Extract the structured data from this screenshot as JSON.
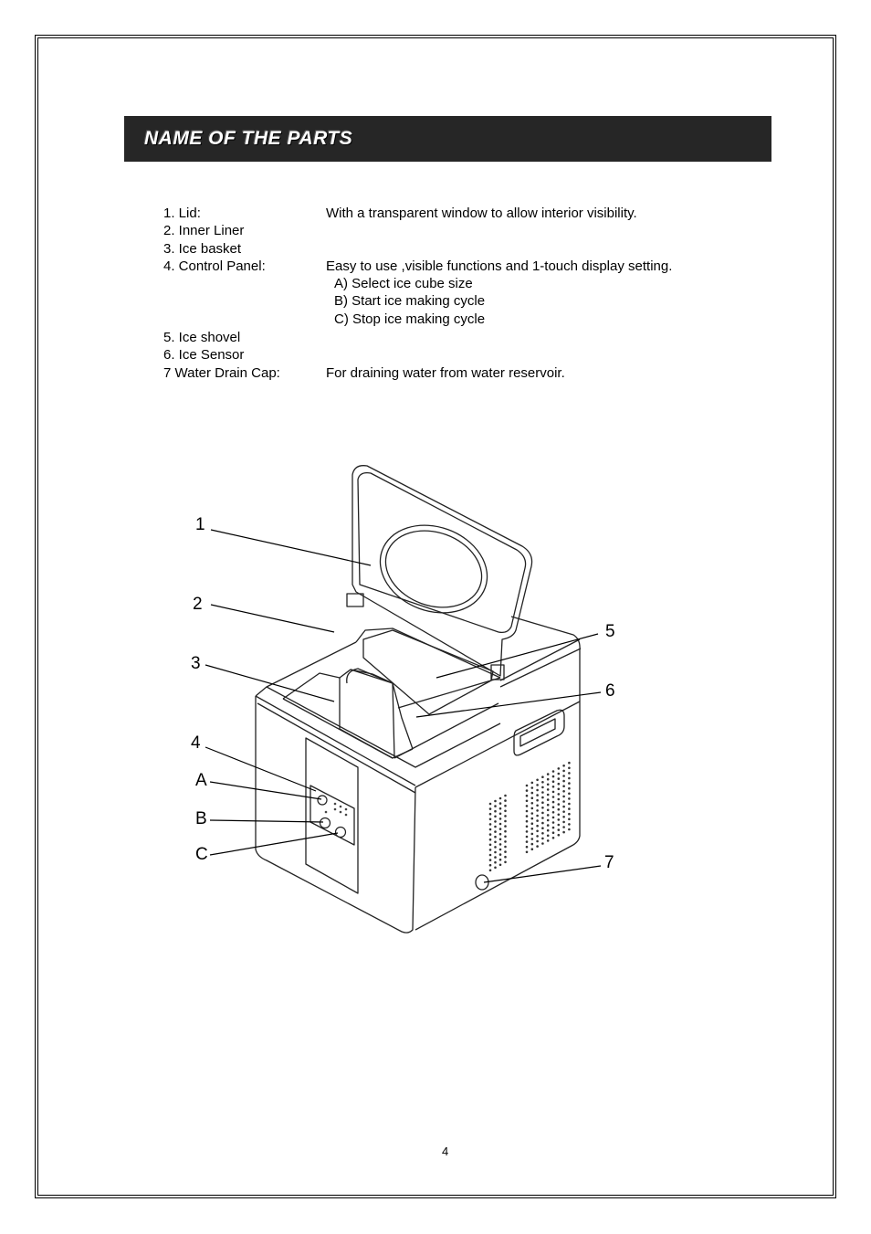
{
  "header": {
    "title": "NAME OF THE PARTS"
  },
  "parts": [
    {
      "label": "1. Lid:",
      "desc": "With a transparent window to allow interior visibility."
    },
    {
      "label": "2. Inner Liner",
      "desc": ""
    },
    {
      "label": "3. Ice basket",
      "desc": ""
    },
    {
      "label": "4. Control Panel:",
      "desc": "Easy to use ,visible functions and 1-touch display setting."
    },
    {
      "label": "",
      "sub": "A) Select ice cube size"
    },
    {
      "label": "",
      "sub": "B) Start ice making cycle"
    },
    {
      "label": "",
      "sub": "C) Stop ice making cycle"
    },
    {
      "label": "5. Ice shovel",
      "desc": ""
    },
    {
      "label": "6. Ice Sensor",
      "desc": ""
    },
    {
      "label": "7  Water Drain Cap:",
      "desc": "For draining water from water reservoir."
    }
  ],
  "diagram": {
    "callouts": [
      "1",
      "2",
      "3",
      "4",
      "A",
      "B",
      "C",
      "5",
      "6",
      "7"
    ]
  },
  "footer": {
    "page_number": "4"
  }
}
